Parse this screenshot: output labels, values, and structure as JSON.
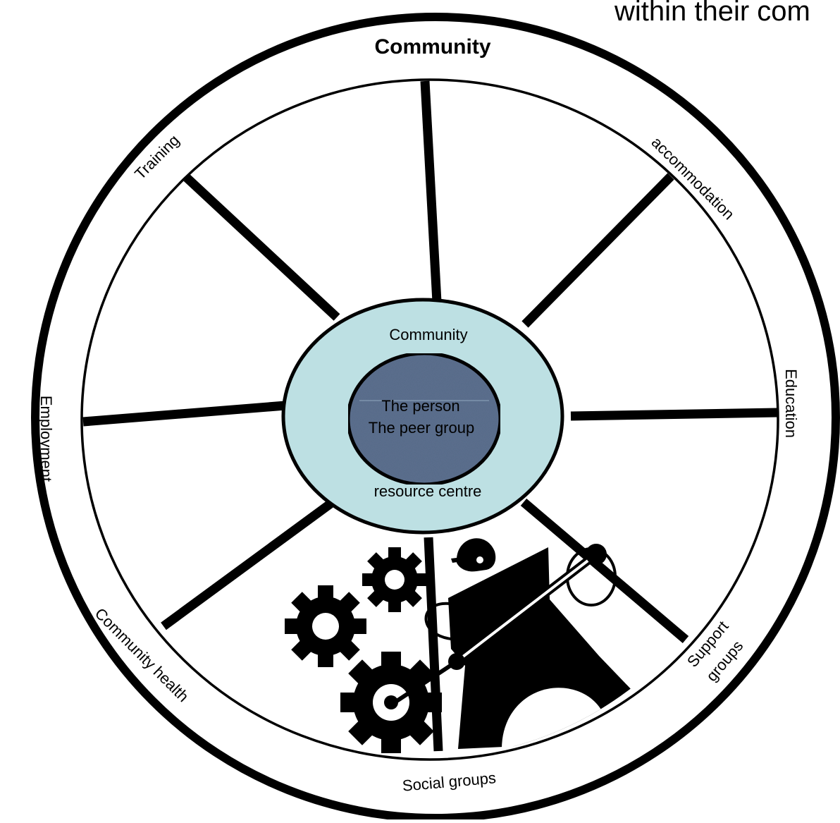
{
  "header": {
    "title_fragment": "within their com"
  },
  "wheel": {
    "outer_label": "Community",
    "hub": {
      "ring_top": "Community",
      "ring_bottom": "resource centre",
      "core_line1": "The person",
      "core_line2": "The peer group"
    },
    "sectors": [
      {
        "name": "training",
        "label": "Training"
      },
      {
        "name": "accommodation",
        "label": "accommodation"
      },
      {
        "name": "education",
        "label": "Education"
      },
      {
        "name": "support-groups",
        "label_line1": "Support",
        "label_line2": "groups"
      },
      {
        "name": "social-groups",
        "label": "Social groups"
      },
      {
        "name": "community-health",
        "label": "Community health"
      },
      {
        "name": "employment",
        "label": "Employment"
      }
    ]
  },
  "colors": {
    "ring_fill": "#bde0e3",
    "core_fill": "#5b6f8e",
    "stroke": "#000000",
    "background": "#ffffff"
  },
  "illustration": {
    "icons": [
      "gear-icon",
      "wrench-person-icon"
    ]
  }
}
